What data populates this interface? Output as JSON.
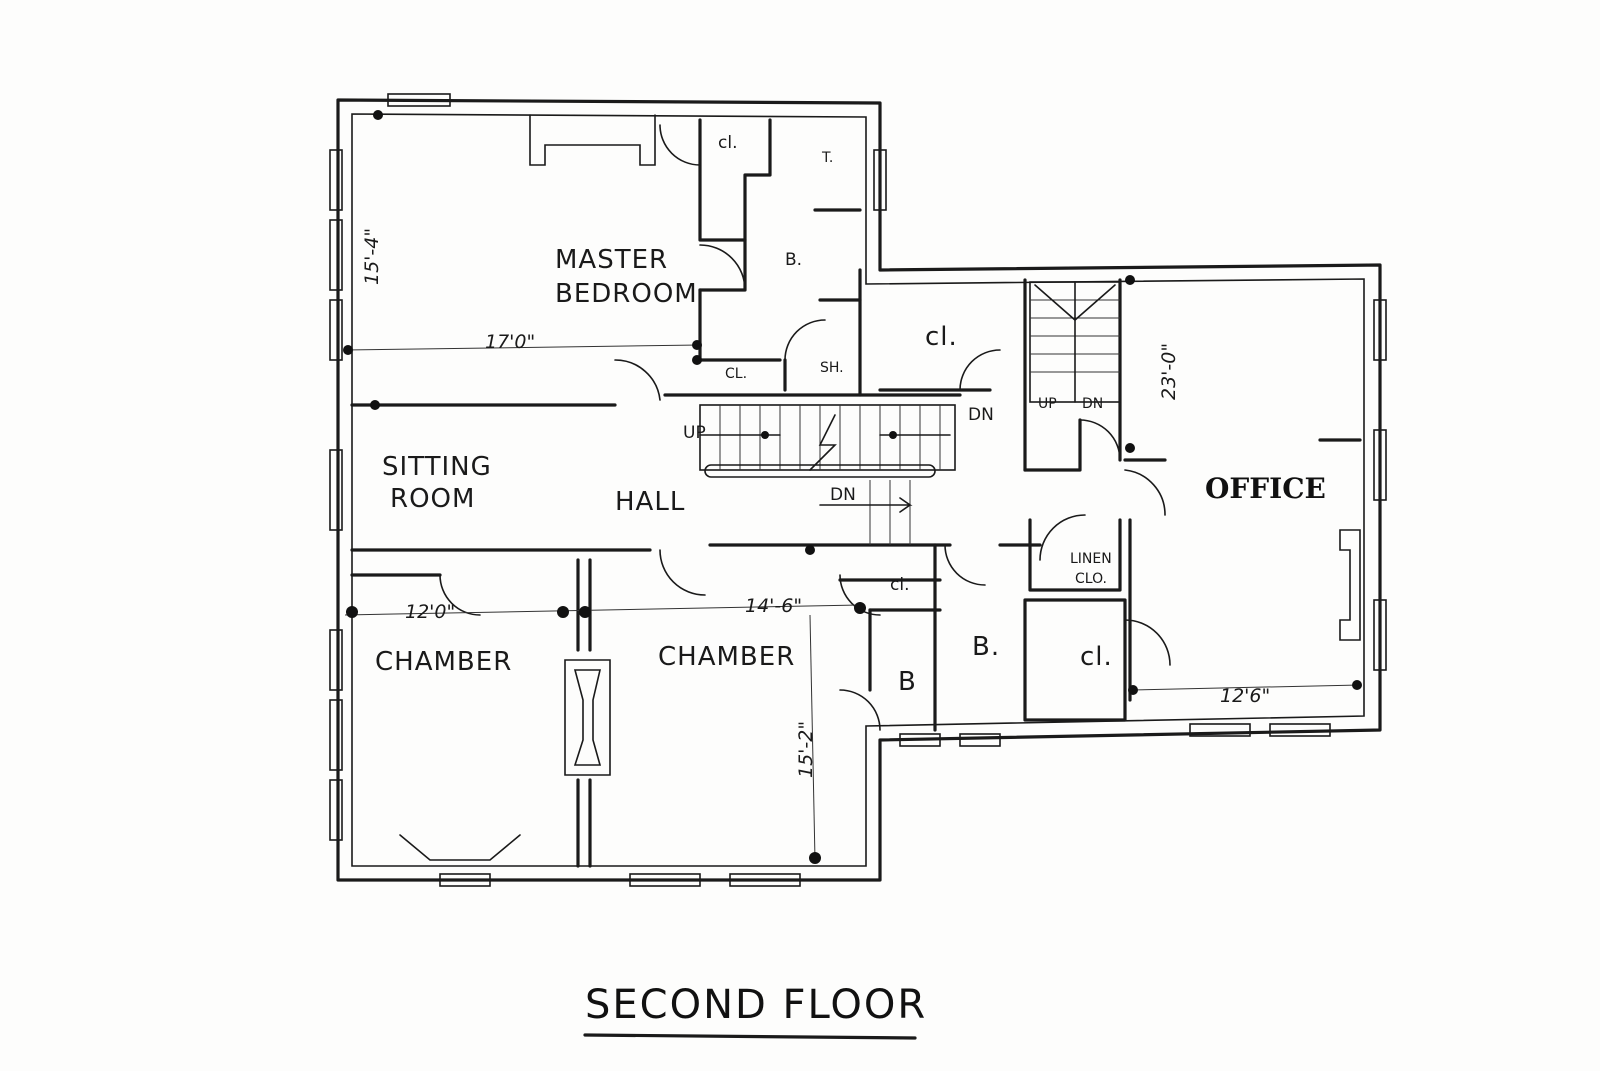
{
  "plan": {
    "title": "SECOND FLOOR",
    "rooms": {
      "master_bedroom_line1": "MASTER",
      "master_bedroom_line2": "BEDROOM",
      "closet_master": "cl.",
      "toilet": "T.",
      "bath_master": "B.",
      "closet_master_lower": "CL.",
      "shower": "SH.",
      "closet_large": "cl.",
      "sitting_room_line1": "SITTING",
      "sitting_room_line2": "ROOM",
      "hall": "HALL",
      "office": "OFFICE",
      "linen_closet_line1": "LINEN",
      "linen_closet_line2": "CLO.",
      "chamber_left": "CHAMBER",
      "chamber_right": "CHAMBER",
      "closet_hall": "cl.",
      "bath_small": "B",
      "bath_center": "B.",
      "closet_right": "cl."
    },
    "stair_labels": {
      "up": "UP",
      "down_top": "DN",
      "down_hall": "DN",
      "up_small": "UP",
      "down_small": "DN"
    },
    "dimensions": {
      "master_width": "17'0\"",
      "master_depth": "15'-4\"",
      "office_depth": "23'-0\"",
      "office_width": "12'6\"",
      "chamber_left_width": "12'0\"",
      "chamber_right_width": "14'-6\"",
      "chamber_right_depth": "15'-2\""
    }
  }
}
